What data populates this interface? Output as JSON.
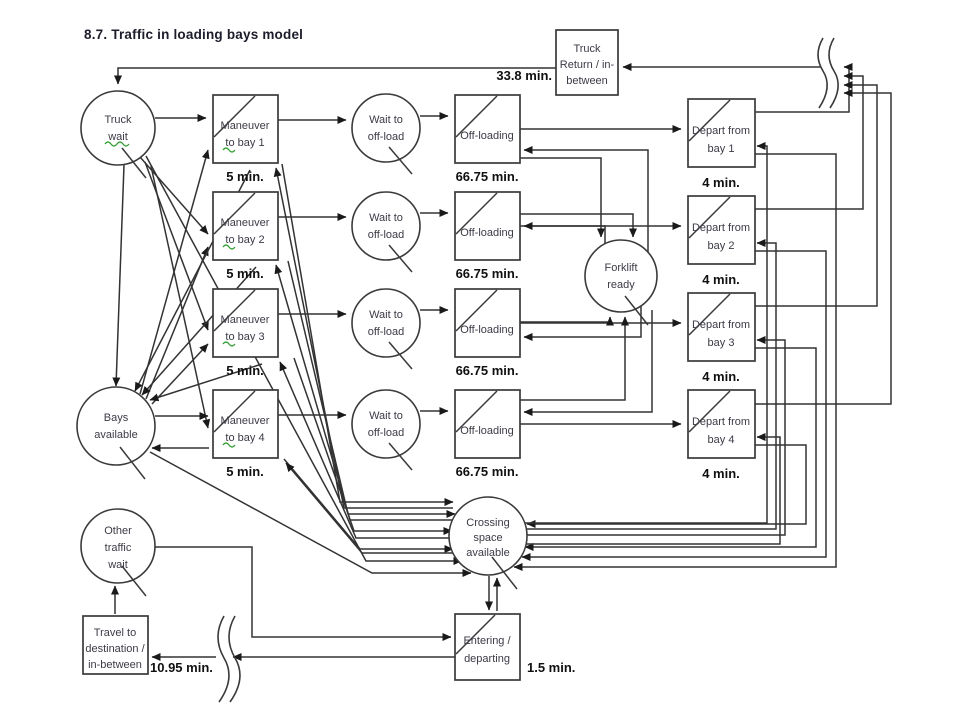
{
  "title": "8.7. Traffic in loading bays model",
  "queues": {
    "truck_wait": {
      "l1": "Truck",
      "l2": "wait"
    },
    "wait_offload": {
      "l1": "Wait to",
      "l2": "off-load"
    },
    "forklift_ready": {
      "l1": "Forklift",
      "l2": "ready"
    },
    "bays_available": {
      "l1": "Bays",
      "l2": "available"
    },
    "crossing_space": {
      "l1": "Crossing",
      "l2": "space",
      "l3": "available"
    },
    "other_traffic_wait": {
      "l1": "Other",
      "l2": "traffic",
      "l3": "wait"
    }
  },
  "activities": {
    "truck_return": {
      "l1": "Truck",
      "l2": "Return / in-",
      "l3": "between",
      "time": "33.8 min."
    },
    "maneuver_1": {
      "l1": "Maneuver",
      "l2": "to bay 1",
      "time": "5 min."
    },
    "maneuver_2": {
      "l1": "Maneuver",
      "l2": "to bay 2",
      "time": "5 min."
    },
    "maneuver_3": {
      "l1": "Maneuver",
      "l2": "to bay 3",
      "time": "5 min."
    },
    "maneuver_4": {
      "l1": "Maneuver",
      "l2": "to bay 4",
      "time": "5 min."
    },
    "offloading": {
      "label": "Off-loading",
      "time": "66.75 min."
    },
    "depart_1": {
      "l1": "Depart from",
      "l2": "bay 1",
      "time": "4 min."
    },
    "depart_2": {
      "l1": "Depart from",
      "l2": "bay 2",
      "time": "4 min."
    },
    "depart_3": {
      "l1": "Depart from",
      "l2": "bay 3",
      "time": "4 min."
    },
    "depart_4": {
      "l1": "Depart from",
      "l2": "bay 4",
      "time": "4 min."
    },
    "travel_destination": {
      "l1": "Travel to",
      "l2": "destination /",
      "l3": "in-between",
      "time": "10.95 min."
    },
    "entering_departing": {
      "l1": "Entering /",
      "l2": "departing",
      "time": "1.5 min."
    }
  },
  "colors": {
    "line": "#333333",
    "node_stroke": "#3a3a3a",
    "label_text": "#3b3b46",
    "time_text": "#101010",
    "title_text": "#1c1c2b",
    "spellcheck_underline": "#2f9e2f",
    "background": "#ffffff"
  }
}
